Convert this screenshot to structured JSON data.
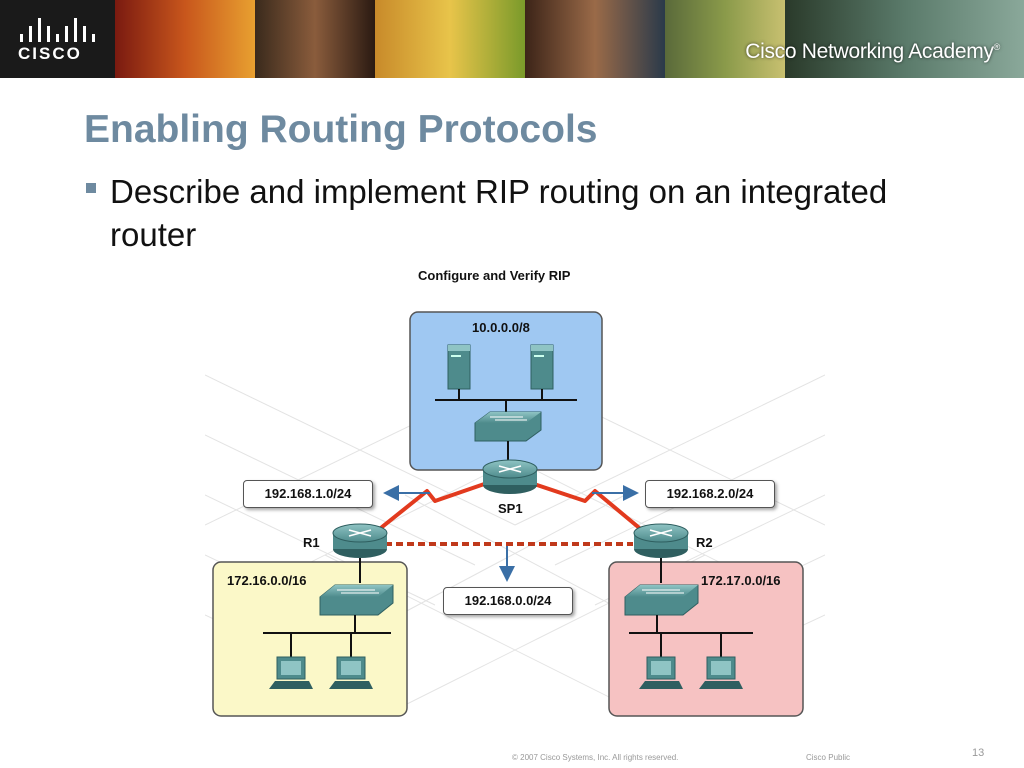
{
  "header": {
    "logo_text": "CISCO",
    "academy_title_part1": "Cisco",
    "academy_title_part2": "Networking Academy",
    "trademark": "®"
  },
  "slide": {
    "title": "Enabling Routing Protocols",
    "bullet": "Describe and implement RIP routing on an integrated router"
  },
  "diagram": {
    "title": "Configure and Verify RIP",
    "networks": {
      "top": "10.0.0.0/8",
      "left": "172.16.0.0/16",
      "right": "172.17.0.0/16"
    },
    "routers": {
      "center": "SP1",
      "left": "R1",
      "right": "R2"
    },
    "links": {
      "sp1_r1": "192.168.1.0/24",
      "sp1_r2": "192.168.2.0/24",
      "r1_r2": "192.168.0.0/24"
    },
    "colors": {
      "top_zone": "#9fc8f2",
      "left_zone": "#fbf8c8",
      "right_zone": "#f6c2c2",
      "serial_link": "#e23a1e",
      "device": "#4e8b8c",
      "arrow": "#3a6fa6"
    }
  },
  "footer": {
    "copyright": "© 2007 Cisco Systems, Inc. All rights reserved.",
    "classification": "Cisco Public",
    "page_number": "13"
  }
}
